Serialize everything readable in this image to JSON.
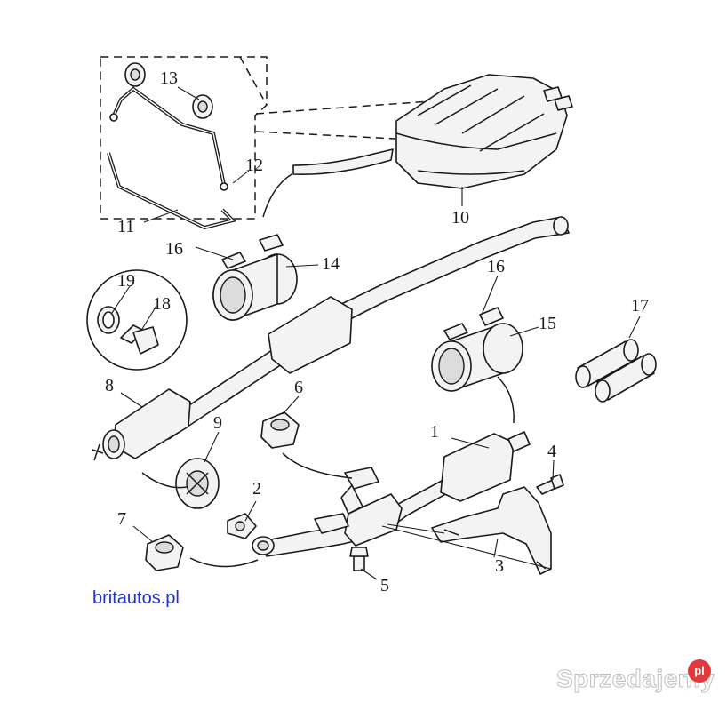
{
  "diagram": {
    "callouts": [
      "1",
      "2",
      "3",
      "4",
      "5",
      "6",
      "7",
      "8",
      "9",
      "10",
      "11",
      "12",
      "13",
      "14",
      "15",
      "16",
      "16",
      "17",
      "18",
      "19"
    ]
  },
  "branding": {
    "site_link": "britautos.pl",
    "watermark": "Sprzedajemy",
    "watermark_badge": "pl",
    "link_color": "#1f2fd1",
    "badge_color": "#e03a3a"
  }
}
